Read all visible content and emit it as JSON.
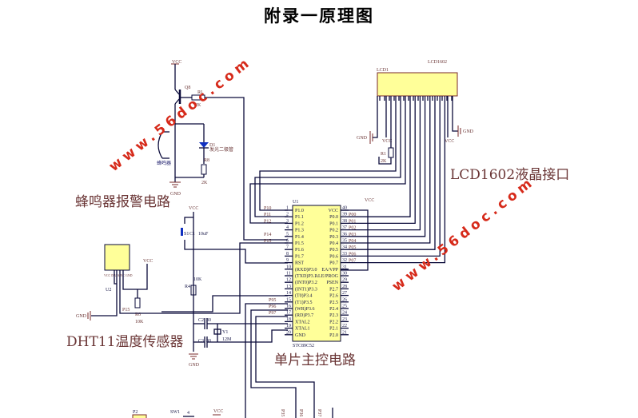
{
  "title": "附录一原理图",
  "blocks": {
    "buzzer": "蜂鸣器报警电路",
    "lcd": "LCD1602液晶接口",
    "dht": "DHT11温度传感器",
    "mcu": "单片主控电路"
  },
  "watermark": "www.56doc.com",
  "labels": {
    "vcc": "VCC",
    "gnd": "GND",
    "q": "Q8",
    "q_base_res": "RI",
    "res_2k": "2K",
    "led": "D1",
    "led_desc": "发光二极管",
    "r8": "R8",
    "buzzer": "蜂鸣器",
    "lcd_ref": "LCD1",
    "lcd_part": "LCD1602",
    "r1": "R1",
    "u1": "U1",
    "u1_part": "STC89C52",
    "s1": "S1",
    "c1": "C1",
    "c1_val": "10uF",
    "r4": "R4",
    "r4_val": "10K",
    "c2": "C2",
    "c3": "C3",
    "cap_val": "30",
    "y1": "Y1",
    "y1_val": "12M",
    "u2": "U2",
    "r_dht": "R6",
    "r_dht_val": "10K",
    "p15": "P15",
    "p2": "P2",
    "sw1": "SW1",
    "sw1_pin": "4",
    "p35": "P35",
    "p36": "P36",
    "p37": "P37"
  },
  "mcu_left_pins": [
    {
      "num": "1",
      "name": "P1.0",
      "net": "P10"
    },
    {
      "num": "2",
      "name": "P1.1",
      "net": "P11"
    },
    {
      "num": "3",
      "name": "P1.2",
      "net": "P12"
    },
    {
      "num": "4",
      "name": "P1.3",
      "net": ""
    },
    {
      "num": "5",
      "name": "P1.4",
      "net": "P14"
    },
    {
      "num": "6",
      "name": "P1.5",
      "net": "P15"
    },
    {
      "num": "7",
      "name": "P1.6",
      "net": ""
    },
    {
      "num": "8",
      "name": "P1.7",
      "net": ""
    },
    {
      "num": "9",
      "name": "RST",
      "net": ""
    },
    {
      "num": "10",
      "name": "(RXD)P3.0",
      "net": ""
    },
    {
      "num": "11",
      "name": "(TXD)P3.1",
      "net": ""
    },
    {
      "num": "12",
      "name": "(INT0)P3.2",
      "net": ""
    },
    {
      "num": "13",
      "name": "(INT1)P3.3",
      "net": ""
    },
    {
      "num": "14",
      "name": "(T0)P3.4",
      "net": ""
    },
    {
      "num": "15",
      "name": "(T1)P3.5",
      "net": "P35"
    },
    {
      "num": "16",
      "name": "(WR)P3.6",
      "net": "P36"
    },
    {
      "num": "17",
      "name": "(RD)P3.7",
      "net": "P37"
    },
    {
      "num": "18",
      "name": "XTAL2",
      "net": ""
    },
    {
      "num": "19",
      "name": "XTAL1",
      "net": ""
    },
    {
      "num": "20",
      "name": "GND",
      "net": ""
    }
  ],
  "mcu_right_pins": [
    {
      "num": "40",
      "name": "VCC",
      "net": ""
    },
    {
      "num": "39",
      "name": "P0.0",
      "net": "P00"
    },
    {
      "num": "38",
      "name": "P0.1",
      "net": "P01"
    },
    {
      "num": "37",
      "name": "P0.2",
      "net": "P02"
    },
    {
      "num": "36",
      "name": "P0.3",
      "net": "P03"
    },
    {
      "num": "35",
      "name": "P0.4",
      "net": "P04"
    },
    {
      "num": "34",
      "name": "P0.5",
      "net": "P05"
    },
    {
      "num": "33",
      "name": "P0.6",
      "net": "P06"
    },
    {
      "num": "32",
      "name": "P0.7",
      "net": "P07"
    },
    {
      "num": "31",
      "name": "EA/VPP",
      "net": ""
    },
    {
      "num": "30",
      "name": "ALE/PROG",
      "net": ""
    },
    {
      "num": "29",
      "name": "PSEN",
      "net": ""
    },
    {
      "num": "28",
      "name": "P2.7",
      "net": ""
    },
    {
      "num": "27",
      "name": "P2.6",
      "net": ""
    },
    {
      "num": "26",
      "name": "P2.5",
      "net": ""
    },
    {
      "num": "25",
      "name": "P2.4",
      "net": ""
    },
    {
      "num": "24",
      "name": "P2.3",
      "net": ""
    },
    {
      "num": "23",
      "name": "P2.2",
      "net": ""
    },
    {
      "num": "22",
      "name": "P2.1",
      "net": ""
    },
    {
      "num": "21",
      "name": "P2.0",
      "net": ""
    }
  ],
  "colors": {
    "wire": "#0a0a3a",
    "component_fill": "#ffff99",
    "label": "#6a3535",
    "watermark": "#d62a1a"
  }
}
